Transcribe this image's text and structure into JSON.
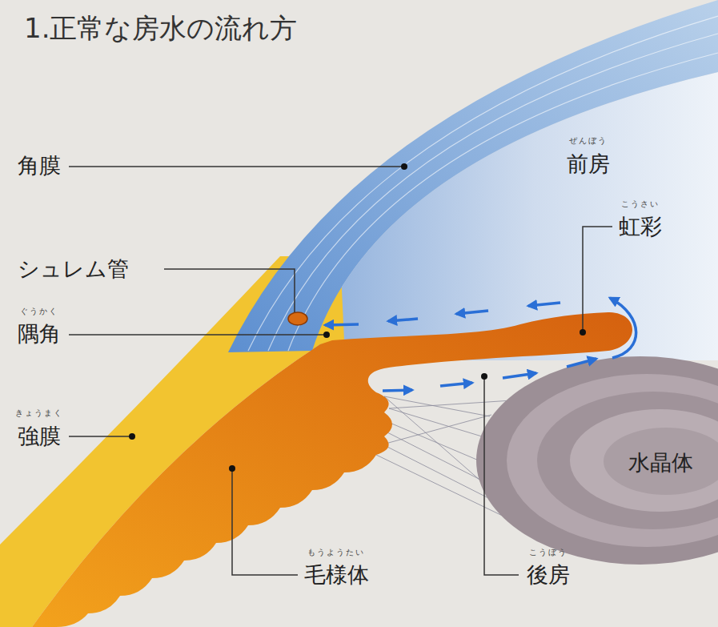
{
  "diagram": {
    "title": "1.正常な房水の流れ方",
    "labels": [
      "ぜんぼう",
      "前房",
      "角膜",
      "こうさい",
      "虹彩",
      "シュレム管",
      "ぐうかく",
      "隅角",
      "きょうまく",
      "強膜",
      "水晶体",
      "もうようたい",
      "毛様体",
      "こうぼう",
      "後房"
    ]
  }
}
